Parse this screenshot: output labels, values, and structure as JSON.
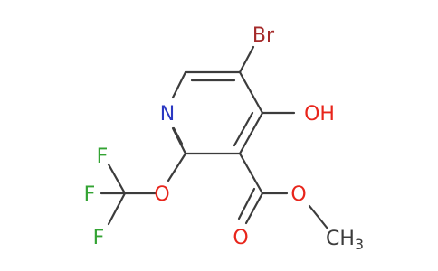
{
  "colors": {
    "bond": "#3c3c3c",
    "Br": "#a52a2a",
    "O": "#e8251b",
    "N": "#2b38c2",
    "F": "#33a333",
    "C": "#3c3c3c"
  },
  "atoms": {
    "Br": {
      "symbol": "Br",
      "element": "Br"
    },
    "N": {
      "symbol": "N",
      "element": "N"
    },
    "OH": {
      "symbol": "OH",
      "element": "O"
    },
    "O_ether": {
      "symbol": "O",
      "element": "O"
    },
    "F_top": {
      "symbol": "F",
      "element": "F"
    },
    "F_left": {
      "symbol": "F",
      "element": "F"
    },
    "F_bottom": {
      "symbol": "F",
      "element": "F"
    },
    "O_ester": {
      "symbol": "O",
      "element": "O"
    },
    "O_carbonyl": {
      "symbol": "O",
      "element": "O"
    },
    "CH3": {
      "symbol": "CH",
      "subscript": "3",
      "element": "C"
    }
  }
}
